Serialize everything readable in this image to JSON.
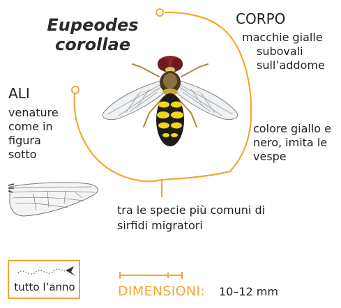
{
  "species": {
    "line1": "Eupeodes",
    "line2": "corollae"
  },
  "corpo": {
    "heading": "CORPO",
    "lines": [
      "macchie gialle",
      "subovali",
      "sull’addome"
    ]
  },
  "ali": {
    "heading": "ALI",
    "lines": [
      "venature",
      "come in",
      "figura",
      "sotto"
    ]
  },
  "colore": {
    "lines": [
      "colore giallo e",
      "nero, imita le",
      "vespe"
    ]
  },
  "note": {
    "lines": [
      "tra le specie più comuni di",
      "sirfidi migratori"
    ]
  },
  "season": {
    "label": "tutto l’anno"
  },
  "dimensions": {
    "label": "DIMENSIONI:",
    "value": "10–12 mm"
  },
  "colors": {
    "accent": "#f5a630",
    "text": "#231f20"
  },
  "icons": [
    "fly-illustration",
    "wing-venation-illustration",
    "flight-path-icon",
    "size-scale-icon"
  ]
}
